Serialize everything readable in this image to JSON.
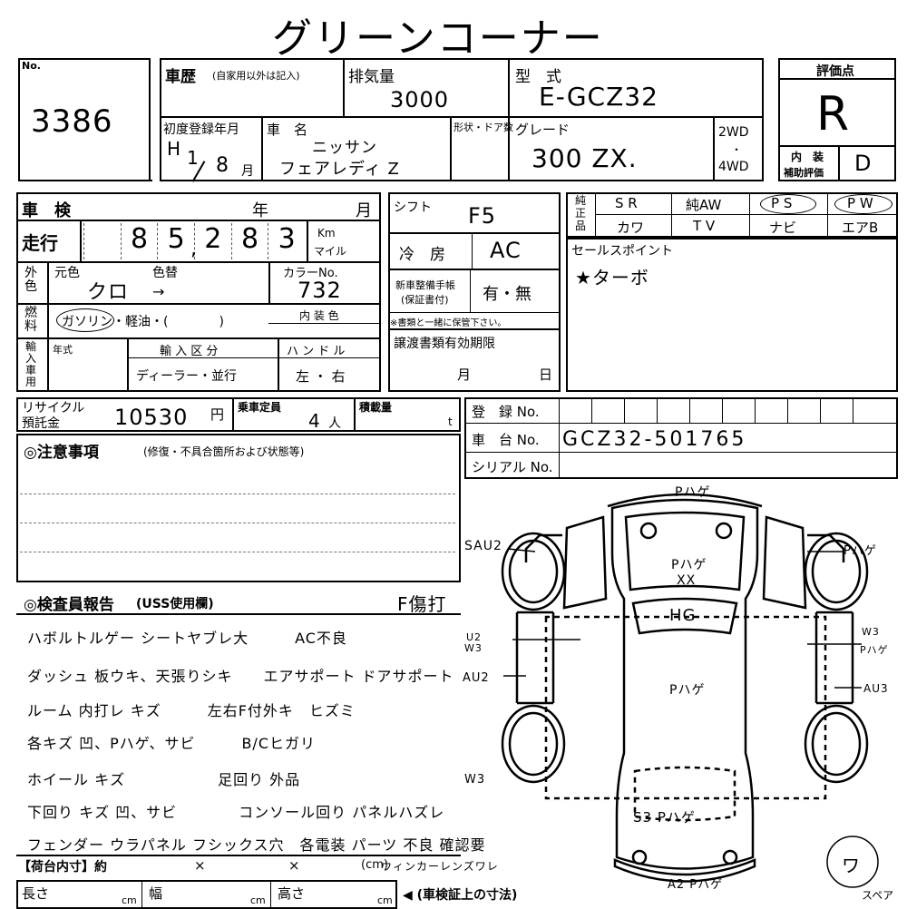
{
  "title": "グリーンコーナー",
  "lot": {
    "label": "No.",
    "number": "3386"
  },
  "history": {
    "label": "車歴",
    "note": "(自家用以外は記入)"
  },
  "displacement": {
    "label": "排気量",
    "value": "3000"
  },
  "model": {
    "label": "型　式",
    "value": "E-GCZ32"
  },
  "rating": {
    "label": "評価点",
    "value": "R",
    "interior_label_1": "内　装",
    "interior_label_2": "補助評価",
    "interior_value": "D"
  },
  "first_reg": {
    "label": "初度登録年月",
    "era": "H",
    "year": "1",
    "month": "8",
    "month_unit": "月"
  },
  "car_name": {
    "label": "車　名",
    "maker": "ニッサン",
    "name": "フェアレディ Z"
  },
  "shape_doors": {
    "label": "形状・ドア数"
  },
  "grade": {
    "label": "グレード",
    "value": "300 ZX."
  },
  "drive": {
    "opt1": "2WD",
    "sep": "・",
    "opt2": "4WD"
  },
  "inspection": {
    "label": "車　検",
    "year": "年",
    "month": "月"
  },
  "mileage": {
    "label": "走行",
    "digits": [
      "8",
      "5",
      "2",
      "8",
      "3"
    ],
    "comma": ",",
    "unit_km": "Km",
    "unit_mile": "マイル"
  },
  "color": {
    "side_label": "外色",
    "orig_label": "元色",
    "orig_value": "クロ",
    "change_label": "色替",
    "change_value": "→",
    "no_label": "カラーNo.",
    "no_value": "732"
  },
  "fuel": {
    "side_label": "燃料",
    "options": "ガソリン・軽油・(　　　　)",
    "interior_color_label": "内 装 色"
  },
  "import": {
    "side_label": "輸入車用",
    "year_label": "年式",
    "class_label": "輸 入 区 分",
    "class_value": "ディーラー・並行",
    "handle_label": "ハ ン ド ル",
    "handle_value": "左 ・ 右"
  },
  "shift": {
    "label": "シフト",
    "value": "F5"
  },
  "aircon": {
    "label": "冷　房",
    "value": "AC"
  },
  "manual": {
    "label1": "新車整備手帳",
    "label2": "(保証書付)",
    "value": "有・無",
    "note": "※書類と一緒に保管下さい。"
  },
  "transfer": {
    "label": "譲渡書類有効期限",
    "month": "月",
    "day": "日"
  },
  "equipment": {
    "side": "純正品",
    "row1": [
      "S R",
      "純AW",
      "P S",
      "P W"
    ],
    "row2": [
      "カワ",
      "T V",
      "ナビ",
      "エアB"
    ]
  },
  "sales_point": {
    "label": "セールスポイント",
    "value": "★ターボ"
  },
  "recycle": {
    "label1": "リサイクル",
    "label2": "預託金",
    "value": "10530",
    "unit": "円"
  },
  "capacity": {
    "label": "乗車定員",
    "value": "4",
    "unit": "人"
  },
  "load": {
    "label": "積載量",
    "unit": "t"
  },
  "registration": {
    "label": "登　録 No.",
    "value": ""
  },
  "chassis": {
    "label": "車　台 No.",
    "value": "GCZ32-501765"
  },
  "serial": {
    "label": "シリアル No.",
    "value": ""
  },
  "notes": {
    "label": "◎注意事項",
    "sub": "(修復・不具合箇所および状態等)"
  },
  "inspector": {
    "label": "◎検査員報告",
    "sub": "(USS使用欄)",
    "tag": "F傷打",
    "lines": [
      "ハボルトルゲー シートヤブレ大　　　AC不良",
      "ダッシュ 板ウキ、天張りシキ　　エアサポート ドアサポート",
      "ルーム 内打レ キズ　　　左右F付外キ　ヒズミ",
      "各キズ 凹、Pハゲ、サビ　　　B/Cヒガリ",
      "ホイール キズ　　　　　　足回り 外品",
      "下回り キズ 凹、サビ　　　　コンソール回り パネルハズレ",
      "フェンダー ウラパネル フシックス穴　各電装 パーツ 不良 確認要"
    ],
    "extra": "ウィンカーレンズワレ"
  },
  "cargo": {
    "label": "【荷台内寸】約",
    "x1": "×",
    "x2": "×",
    "unit": "(cm)"
  },
  "dims": {
    "length": "長さ",
    "width": "幅",
    "height": "高さ",
    "unit": "cm",
    "note": "◀ (車検証上の寸法)"
  },
  "diagram": {
    "top": "Pハゲ",
    "hood": "Pハゲ",
    "hood2": "XX",
    "windshield": "HG",
    "roof": "Pハゲ",
    "left_front": "SAU2",
    "right_front": "Pハゲ",
    "left_mid1": "U2",
    "left_mid2": "W3",
    "left_door": "AU2",
    "right_mid1": "W3",
    "right_mid2": "Pハゲ",
    "right_door": "AU3",
    "left_rear": "W3",
    "trunk": "S3 Pハゲ",
    "bumper": "A2 Pハゲ",
    "stamp": "ワ",
    "spare": "スペア"
  }
}
